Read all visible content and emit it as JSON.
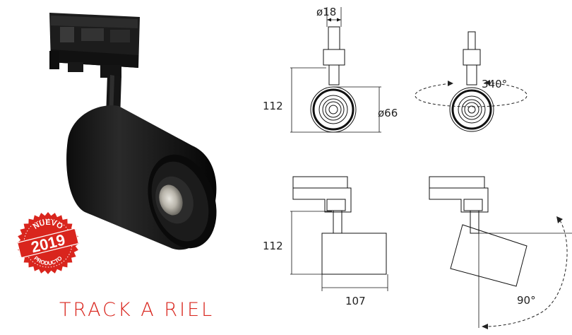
{
  "colors": {
    "accent": "#d9251d",
    "product": "#1a1a1a",
    "drawing": "#111111"
  },
  "badge": {
    "top_text": "NUEVO",
    "year": "2019",
    "bottom_text": "PRODUCTO"
  },
  "product_name": "TRACK A RIEL",
  "dimensions": {
    "stem_diameter": "ø18",
    "height_front": "112",
    "head_diameter": "ø66",
    "rotation_horizontal": "340°",
    "height_side": "112",
    "width_side": "107",
    "tilt_angle": "90°"
  }
}
